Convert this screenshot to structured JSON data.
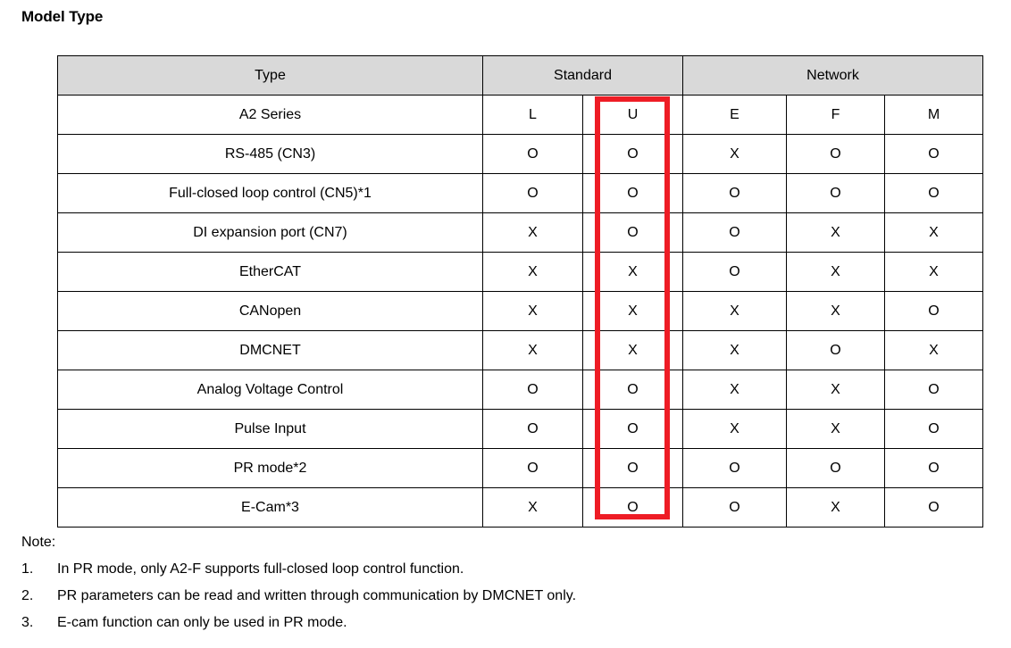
{
  "page": {
    "title": "Model Type"
  },
  "table": {
    "group_header": {
      "type_label": "Type",
      "standard_label": "Standard",
      "network_label": "Network"
    },
    "columns": [
      "L",
      "U",
      "E",
      "F",
      "M"
    ],
    "highlighted_column": "U",
    "highlight_color": "#ee1c25",
    "header_fill": "#d9d9d9",
    "rows": [
      {
        "label": "A2 Series",
        "values": [
          "L",
          "U",
          "E",
          "F",
          "M"
        ]
      },
      {
        "label": "RS-485 (CN3)",
        "values": [
          "O",
          "O",
          "X",
          "O",
          "O"
        ]
      },
      {
        "label": "Full-closed loop control (CN5)*1",
        "values": [
          "O",
          "O",
          "O",
          "O",
          "O"
        ]
      },
      {
        "label": "DI expansion port (CN7)",
        "values": [
          "X",
          "O",
          "O",
          "X",
          "X"
        ]
      },
      {
        "label": "EtherCAT",
        "values": [
          "X",
          "X",
          "O",
          "X",
          "X"
        ]
      },
      {
        "label": "CANopen",
        "values": [
          "X",
          "X",
          "X",
          "X",
          "O"
        ]
      },
      {
        "label": "DMCNET",
        "values": [
          "X",
          "X",
          "X",
          "O",
          "X"
        ]
      },
      {
        "label": "Analog Voltage Control",
        "values": [
          "O",
          "O",
          "X",
          "X",
          "O"
        ]
      },
      {
        "label": "Pulse Input",
        "values": [
          "O",
          "O",
          "X",
          "X",
          "O"
        ]
      },
      {
        "label": "PR mode*2",
        "values": [
          "O",
          "O",
          "O",
          "O",
          "O"
        ]
      },
      {
        "label": "E-Cam*3",
        "values": [
          "X",
          "O",
          "O",
          "X",
          "O"
        ]
      }
    ]
  },
  "notes": {
    "heading": "Note:",
    "items": [
      {
        "num": "1.",
        "text": "In PR mode, only A2-F supports full-closed loop control function."
      },
      {
        "num": "2.",
        "text": "PR parameters can be read and written through communication by DMCNET only."
      },
      {
        "num": "3.",
        "text": "E-cam function can only be used in PR mode."
      }
    ]
  }
}
